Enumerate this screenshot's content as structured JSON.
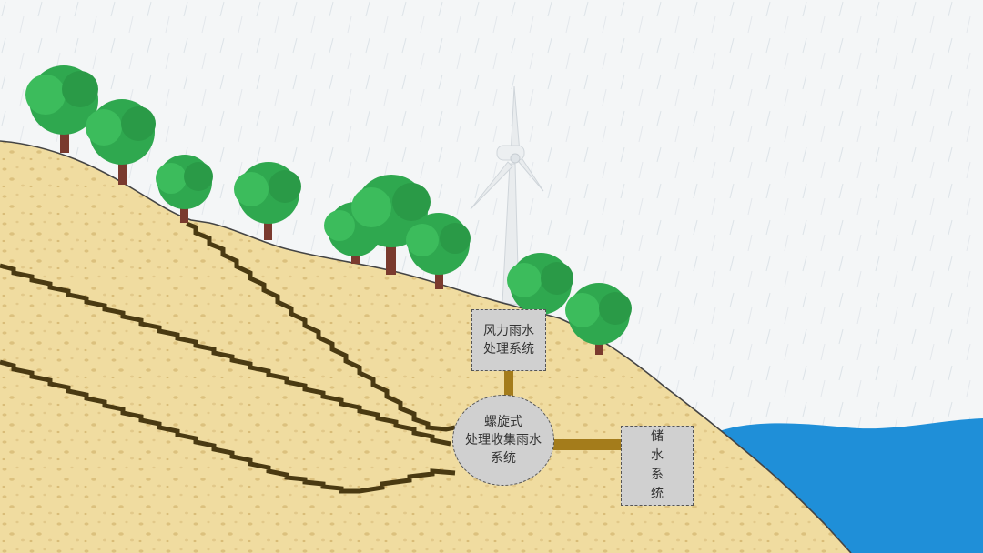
{
  "diagram": {
    "nodes": {
      "wind_rain": {
        "text": "风力雨水\n处理系统"
      },
      "spiral_core": {
        "text": "螺旋式\n处理收集雨水\n系统"
      },
      "storage": {
        "text": "储\n水\n系\n统"
      }
    },
    "colors": {
      "sky": "#f4f6f7",
      "soil": "#f0dca0",
      "soil_speckle": "#e2c98a",
      "channel": "#4a3a12",
      "pipe": "#a47c1b",
      "water": "#1f8fd8",
      "tree_leaf": "#2fa84f",
      "tree_trunk": "#7a3a2e",
      "box_fill": "#d0d0d0",
      "box_border": "#555555"
    },
    "icons": [
      "tree-icon",
      "wind-turbine-icon",
      "water-body-icon"
    ]
  }
}
